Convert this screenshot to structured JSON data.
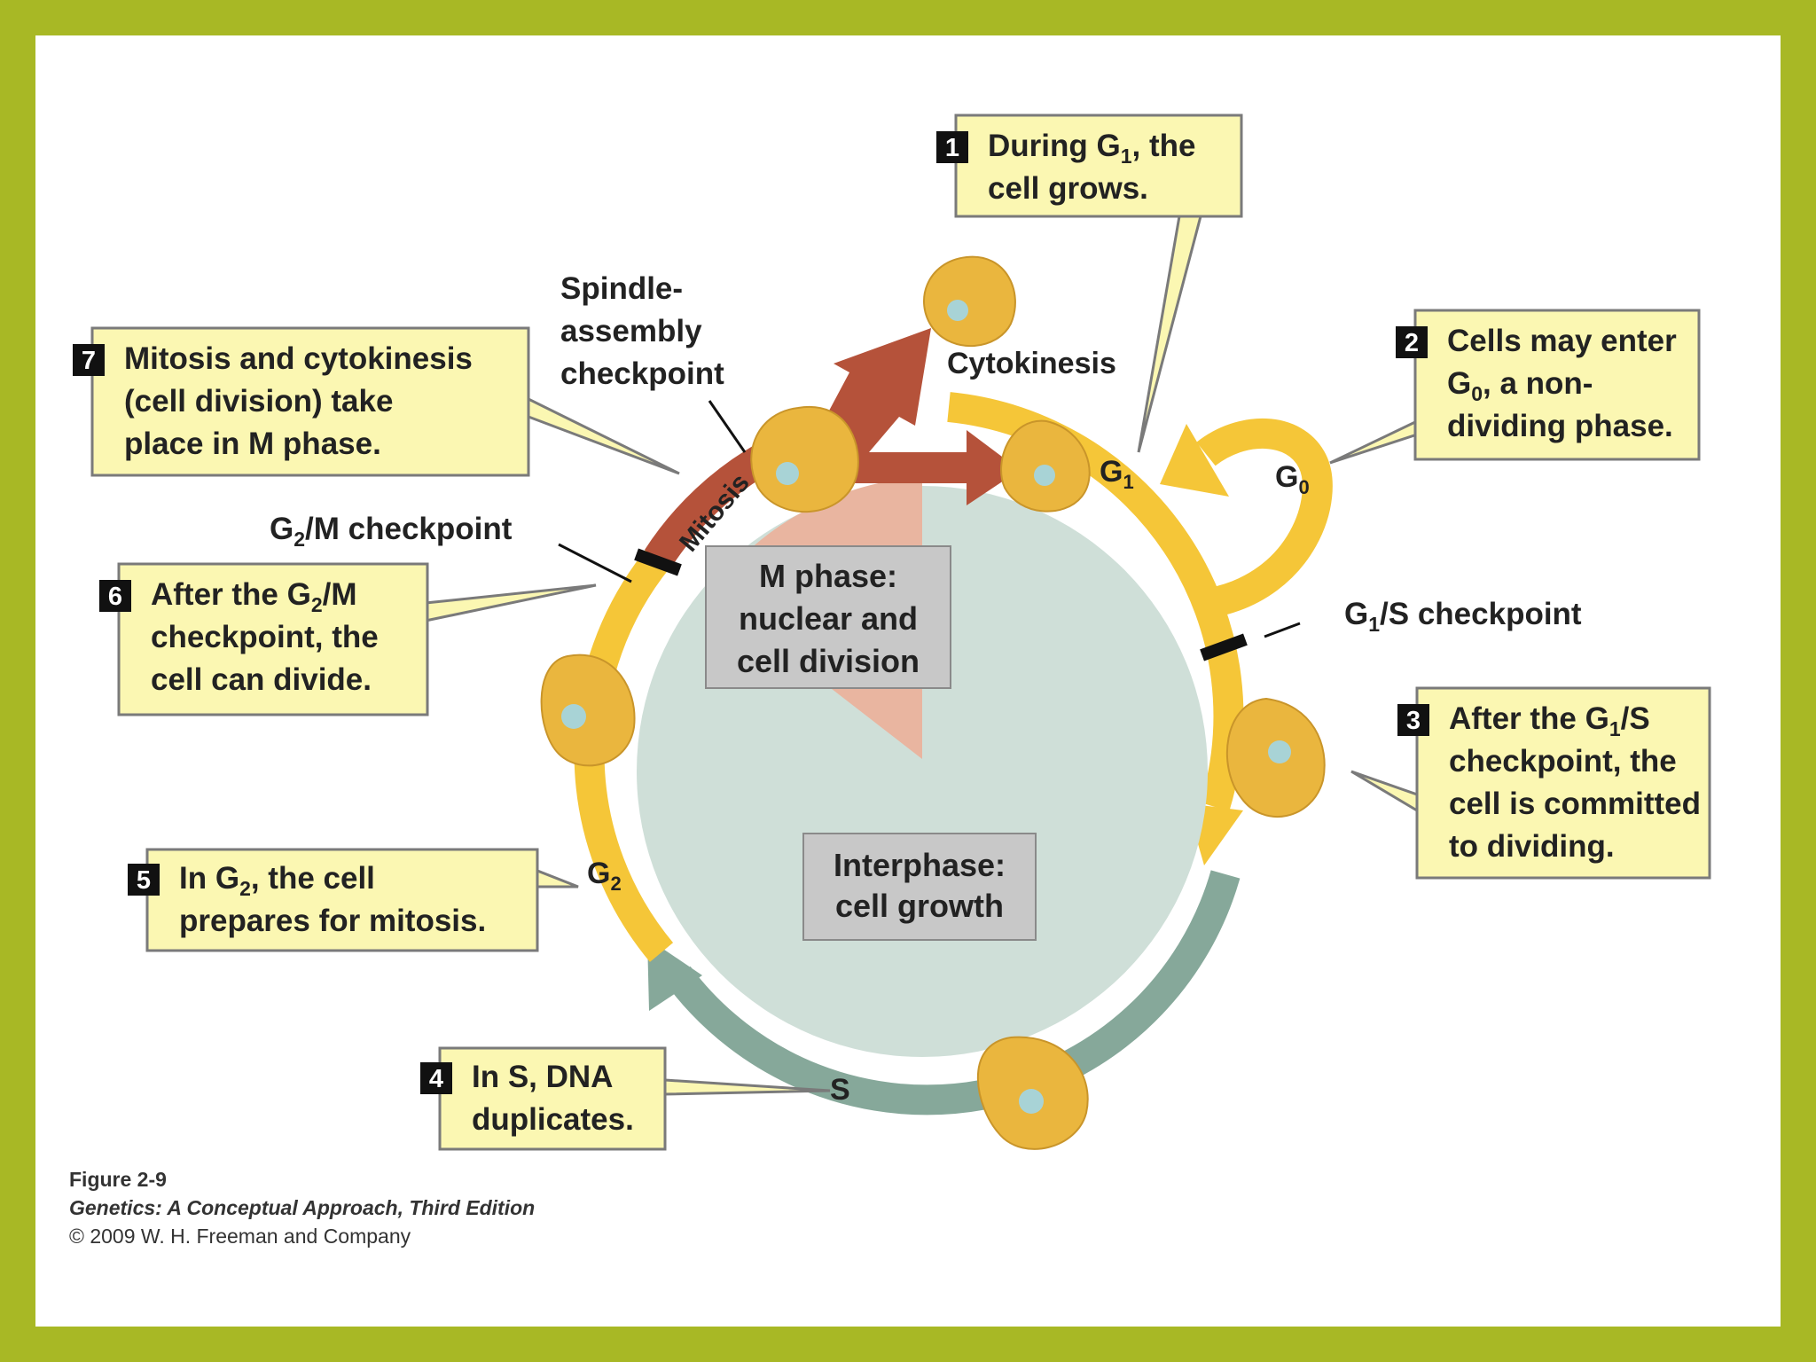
{
  "colors": {
    "frame": "#a8b825",
    "callout_fill": "#fbf7b2",
    "callout_border": "#7a7a7a",
    "interphase_disc": "#cfdfd8",
    "m_phase_wedge": "#e9b5a0",
    "g1_g2_band": "#f5c638",
    "s_band": "#86a89a",
    "mitosis_band": "#b5523a",
    "cytokinesis_arrow": "#b5523a",
    "cell_body": "#eab63e",
    "cell_nucleus": "#a8d3d6",
    "checkpoint_mark": "#111111"
  },
  "callouts": {
    "c1": {
      "num": "1",
      "line1_pre": "During G",
      "line1_sub": "1",
      "line1_post": ", the",
      "line2": "cell grows."
    },
    "c2": {
      "num": "2",
      "line1": "Cells may enter",
      "line2_pre": "G",
      "line2_sub": "0",
      "line2_post": ", a non-",
      "line3": "dividing phase."
    },
    "c3": {
      "num": "3",
      "line1_pre": "After the G",
      "line1_sub": "1",
      "line1_post": "/S",
      "line2": "checkpoint, the",
      "line3": "cell is committed",
      "line4": "to dividing."
    },
    "c4": {
      "num": "4",
      "line1": "In S, DNA",
      "line2": "duplicates."
    },
    "c5": {
      "num": "5",
      "line1_pre": "In G",
      "line1_sub": "2",
      "line1_post": ", the cell",
      "line2": "prepares for mitosis."
    },
    "c6": {
      "num": "6",
      "line1_pre": "After the G",
      "line1_sub": "2",
      "line1_post": "/M",
      "line2": "checkpoint, the",
      "line3": "cell can divide."
    },
    "c7": {
      "num": "7",
      "line1": "Mitosis and cytokinesis",
      "line2": "(cell division) take",
      "line3": "place in M phase."
    }
  },
  "phase_labels": {
    "m_phase": {
      "line1": "M phase:",
      "line2": "nuclear and",
      "line3": "cell division"
    },
    "interphase": {
      "line1": "Interphase:",
      "line2": "cell growth"
    },
    "mitosis": "Mitosis",
    "cytokinesis": "Cytokinesis",
    "g1": {
      "base": "G",
      "sub": "1"
    },
    "g0": {
      "base": "G",
      "sub": "0"
    },
    "g2": {
      "base": "G",
      "sub": "2"
    },
    "s": "S"
  },
  "checkpoints": {
    "spindle": {
      "line1": "Spindle-",
      "line2": "assembly",
      "line3": "checkpoint"
    },
    "g2m": {
      "pre": "G",
      "sub": "2",
      "post": "/M checkpoint"
    },
    "g1s": {
      "pre": "G",
      "sub": "1",
      "post": "/S checkpoint"
    }
  },
  "caption": {
    "figure": "Figure 2-9",
    "book": "Genetics: A Conceptual Approach, Third Edition",
    "copyright": "© 2009 W. H. Freeman and Company"
  }
}
